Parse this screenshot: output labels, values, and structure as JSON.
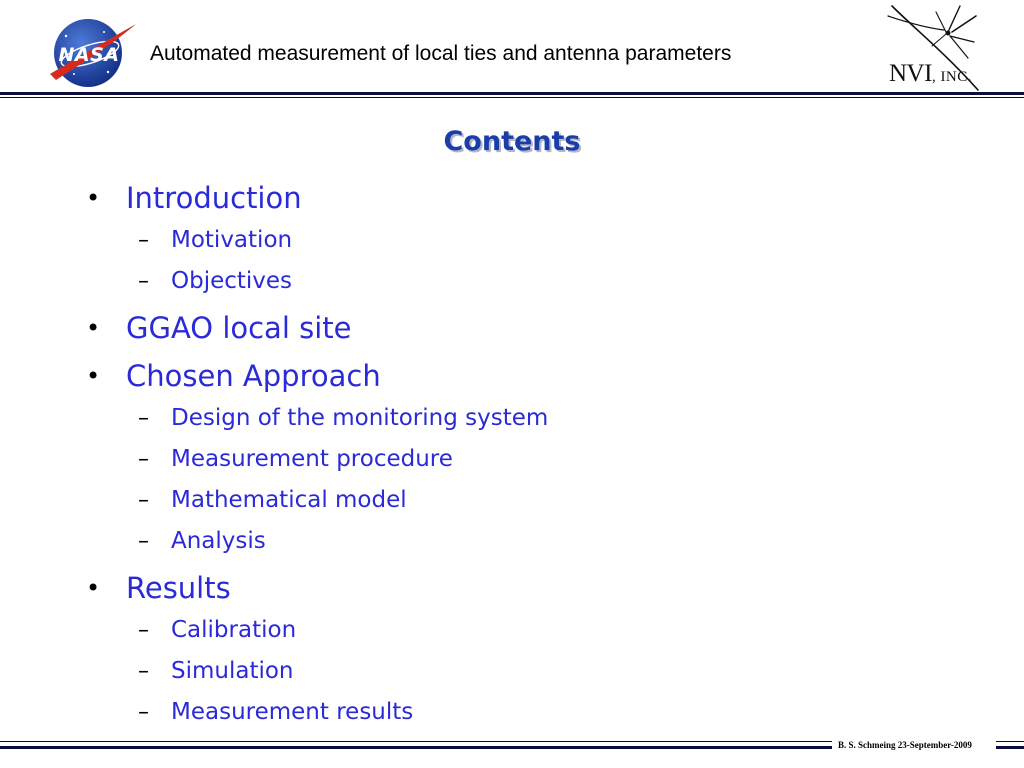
{
  "header": {
    "title": "Automated measurement of local ties and antenna parameters",
    "left_logo": {
      "icon": "nasa-meatball-logo",
      "text": "NASA"
    },
    "right_logo": {
      "icon": "nvi-starburst-logo",
      "name": "NVI",
      "suffix": ", INC."
    }
  },
  "slide": {
    "title": "Contents",
    "items": [
      {
        "label": "Introduction",
        "children": [
          "Motivation",
          "Objectives"
        ]
      },
      {
        "label": "GGAO local site",
        "children": []
      },
      {
        "label": "Chosen Approach",
        "children": [
          "Design of the monitoring system",
          "Measurement procedure",
          "Mathematical model",
          "Analysis"
        ]
      },
      {
        "label": "Results",
        "children": [
          "Calibration",
          "Simulation",
          "Measurement results"
        ]
      }
    ]
  },
  "footer": {
    "text": "B. S. Schmeing 23-September-2009"
  },
  "colors": {
    "text_blue": "#2a2ad8",
    "title_blue": "#1a3da8",
    "rule": "#0d0d3a",
    "nasa_blue": "#1b3f99",
    "nasa_red": "#d52b1e"
  }
}
